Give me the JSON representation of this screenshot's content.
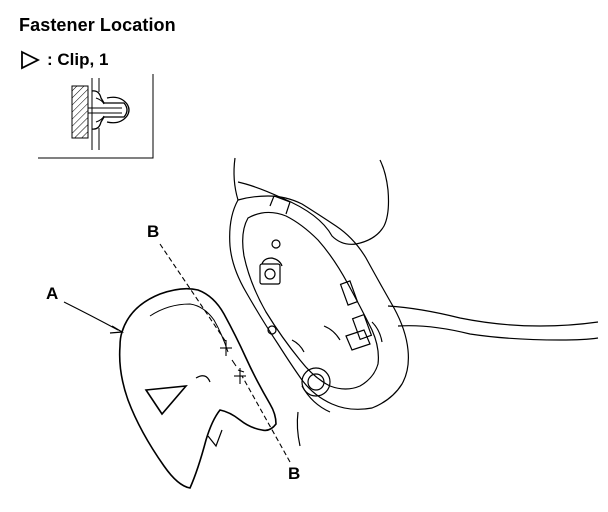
{
  "header": {
    "title": "Fastener Location"
  },
  "legend": {
    "symbol": "open-triangle-icon",
    "text": ": Clip, 1"
  },
  "callouts": {
    "a": "A",
    "b_top": "B",
    "b_bottom": "B"
  }
}
